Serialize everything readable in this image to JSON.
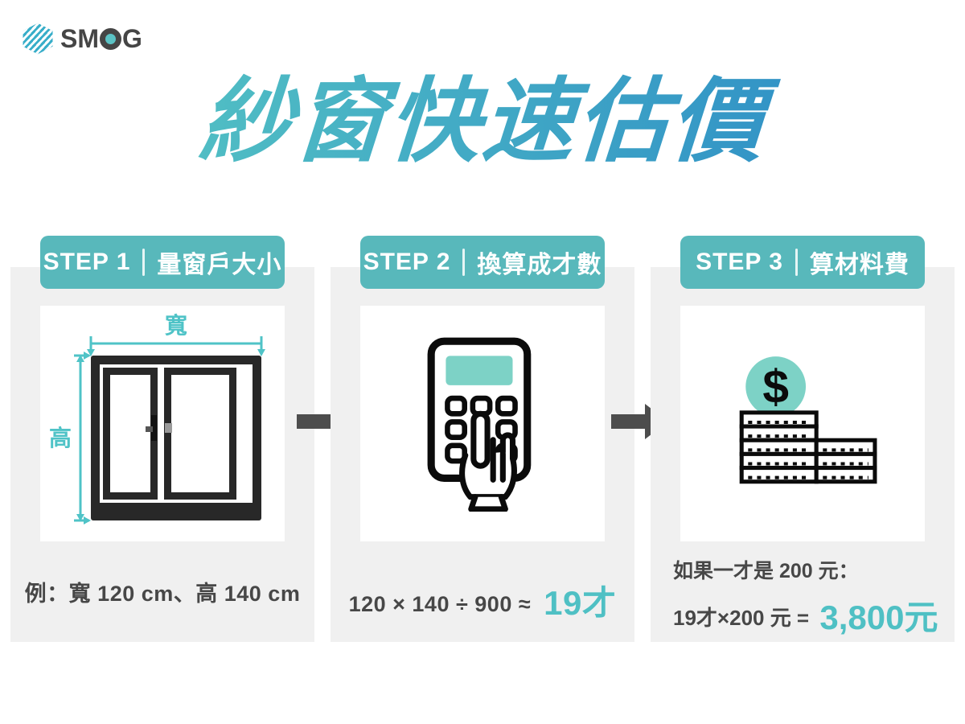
{
  "brand": {
    "name": "SMOG",
    "prefix": "SM",
    "suffix": "G"
  },
  "title": "紗窗快速估價",
  "colors": {
    "badge_teal": "#58b8bb",
    "icon_teal": "#7dd2c6",
    "accent_text_teal": "#4fc0c4",
    "title_gradient": [
      "#54c3c4",
      "#2f8fc6"
    ],
    "dark_text": "#474747",
    "card_background": "#f0f0f0",
    "arrow_gray": "#4d4d4d"
  },
  "steps": [
    {
      "step": "STEP 1",
      "label": "量窗戶大小",
      "width_label": "寬",
      "height_label": "高",
      "caption": "例：寬 120 cm、高 140 cm"
    },
    {
      "step": "STEP 2",
      "label": "換算成才數",
      "formula": "120 × 140 ÷ 900 ≈",
      "result": "19才"
    },
    {
      "step": "STEP 3",
      "label": "算材料費",
      "caption_line1": "如果一才是 200 元：",
      "caption_line2": "19才×200 元 =",
      "result": "3,800元",
      "currency": "$"
    }
  ]
}
